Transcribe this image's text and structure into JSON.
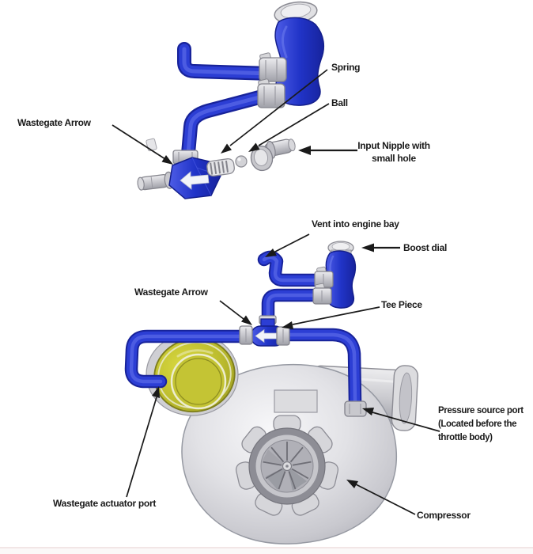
{
  "page": {
    "background": "#FFFFFF",
    "divider_color": "#F2E6E6"
  },
  "colors": {
    "hose_blue": "#2C3ED4",
    "hose_blue_dark": "#18239A",
    "actuator_yellow": "#B9B92C",
    "metal_gray": "#C9C9CE",
    "housing_gray": "#D7D7DB",
    "label_text": "#1A1A1A"
  },
  "top_diagram": {
    "title": "manual-boost-controller-exploded-view",
    "labels": {
      "wastegate_arrow": "Wastegate Arrow",
      "spring": "Spring",
      "ball": "Ball",
      "input_nipple_line1": "Input Nipple with",
      "input_nipple_line2": "small hole"
    }
  },
  "bottom_diagram": {
    "title": "turbo-compressor-plumbing-view",
    "labels": {
      "vent": "Vent into engine bay",
      "boost_dial": "Boost dial",
      "wastegate_arrow": "Wastegate Arrow",
      "tee_piece": "Tee Piece",
      "pressure_port_line1": "Pressure source port",
      "pressure_port_line2": "(Located before the",
      "pressure_port_line3": "throttle body)",
      "wastegate_actuator_port": "Wastegate actuator port",
      "compressor": "Compressor"
    }
  }
}
